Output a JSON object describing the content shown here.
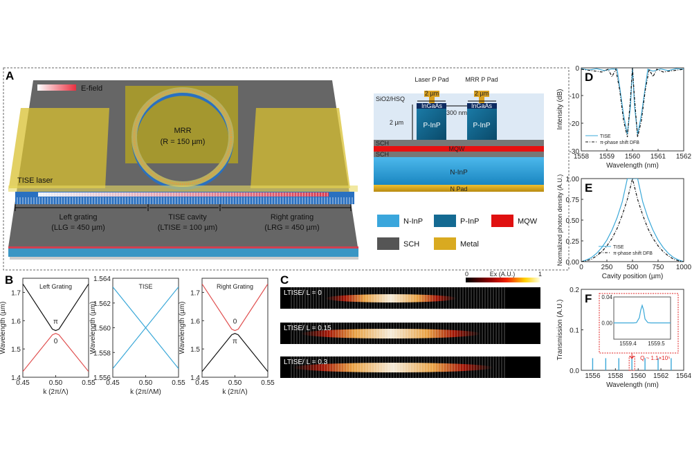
{
  "panel_labels": {
    "a": "A",
    "b": "B",
    "c": "C",
    "d": "D",
    "e": "E",
    "f": "F"
  },
  "panel_a": {
    "efield_label": "E-field",
    "mrr_label": "MRR",
    "mrr_radius": "(R = 150 µm)",
    "laser_label": "TISE laser",
    "left_grating": "Left grating",
    "left_grating_len": "(LLG = 450 µm)",
    "tise_cavity": "TISE cavity",
    "tise_cavity_len": "(LTISE = 100 µm)",
    "right_grating": "Right grating",
    "right_grating_len": "(LRG = 450 µm)",
    "cross_section": {
      "laser_pad": "Laser P Pad",
      "mrr_pad": "MRR P Pad",
      "pad_width_1": "2 µm",
      "pad_width_2": "2 µm",
      "cladding": "SiO2/HSQ",
      "ingaas_1": "InGaAs",
      "ingaas_2": "InGaAs",
      "gap": "300 nm",
      "height": "2 µm",
      "pinp_1": "P-InP",
      "pinp_2": "P-InP",
      "sch_top": "SCH",
      "mqw": "MQW",
      "sch_bottom": "SCH",
      "ninp": "N-InP",
      "npad": "N Pad"
    },
    "legend": [
      {
        "label": "N-InP",
        "color": "#3aa6dc"
      },
      {
        "label": "P-InP",
        "color": "#146a92"
      },
      {
        "label": "MQW",
        "color": "#e01010"
      },
      {
        "label": "SCH",
        "color": "#555555"
      },
      {
        "label": "Metal",
        "color": "#d9aa20"
      }
    ]
  },
  "panel_c": {
    "colorbar_min": "0",
    "colorbar_max": "1",
    "colorbar_label": "Ex (A.U.)",
    "rows": [
      "LTISE/ L = 0",
      "LTISE/ L = 0.15",
      "LTISE/ L = 0.3"
    ]
  },
  "chart_data": [
    {
      "id": "B-left",
      "type": "line",
      "title": "Left Grating",
      "xlabel": "k (2π/Λ)",
      "ylabel": "Wavelength (µm)",
      "xlim": [
        0.45,
        0.55
      ],
      "ylim": [
        1.4,
        1.75
      ],
      "xticks": [
        "0.45",
        "0.50",
        "0.55"
      ],
      "xtick_vals": [
        0.45,
        0.5,
        0.55
      ],
      "yticks": [
        "1.4",
        "1.5",
        "1.6",
        "1.7"
      ],
      "ytick_vals": [
        1.4,
        1.5,
        1.6,
        1.7
      ],
      "annotations": [
        "π",
        "0"
      ],
      "series": [
        {
          "name": "π",
          "color": "#111111",
          "x": [
            0.45,
            0.495,
            0.5,
            0.505,
            0.55
          ],
          "y": [
            1.73,
            1.57,
            1.565,
            1.57,
            1.73
          ]
        },
        {
          "name": "0",
          "color": "#e05050",
          "x": [
            0.45,
            0.495,
            0.5,
            0.505,
            0.55
          ],
          "y": [
            1.42,
            1.55,
            1.555,
            1.55,
            1.42
          ]
        }
      ]
    },
    {
      "id": "B-tise",
      "type": "line",
      "title": "TISE",
      "xlabel": "k (2π/ΛM)",
      "ylabel": "Wavelength (µm)",
      "xlim": [
        0.45,
        0.55
      ],
      "ylim": [
        1.556,
        1.564
      ],
      "xticks": [
        "0.45",
        "0.50",
        "0.55"
      ],
      "xtick_vals": [
        0.45,
        0.5,
        0.55
      ],
      "yticks": [
        "1.556",
        "1.558",
        "1.560",
        "1.562",
        "1.564"
      ],
      "ytick_vals": [
        1.556,
        1.558,
        1.56,
        1.562,
        1.564
      ],
      "series": [
        {
          "name": "down",
          "color": "#3aa8d8",
          "x": [
            0.45,
            0.55
          ],
          "y": [
            1.5633,
            1.5567
          ]
        },
        {
          "name": "up",
          "color": "#3aa8d8",
          "x": [
            0.45,
            0.55
          ],
          "y": [
            1.5567,
            1.5633
          ]
        }
      ]
    },
    {
      "id": "B-right",
      "type": "line",
      "title": "Right Grating",
      "xlabel": "k (2π/Λ)",
      "ylabel": "Wavelength (µm)",
      "xlim": [
        0.45,
        0.55
      ],
      "ylim": [
        1.4,
        1.75
      ],
      "xticks": [
        "0.45",
        "0.50",
        "0.55"
      ],
      "xtick_vals": [
        0.45,
        0.5,
        0.55
      ],
      "yticks": [
        "1.4",
        "1.5",
        "1.6",
        "1.7"
      ],
      "ytick_vals": [
        1.4,
        1.5,
        1.6,
        1.7
      ],
      "annotations": [
        "0",
        "π"
      ],
      "series": [
        {
          "name": "0",
          "color": "#e05050",
          "x": [
            0.45,
            0.495,
            0.5,
            0.505,
            0.55
          ],
          "y": [
            1.73,
            1.57,
            1.565,
            1.57,
            1.73
          ]
        },
        {
          "name": "π",
          "color": "#111111",
          "x": [
            0.45,
            0.495,
            0.5,
            0.505,
            0.55
          ],
          "y": [
            1.42,
            1.55,
            1.555,
            1.55,
            1.42
          ]
        }
      ]
    },
    {
      "id": "D",
      "type": "line",
      "xlabel": "Wavelength (nm)",
      "ylabel": "Intensity (dB)",
      "xlim": [
        1558,
        1562
      ],
      "ylim": [
        -30,
        0
      ],
      "xticks": [
        "1558",
        "1559",
        "1560",
        "1561",
        "1562"
      ],
      "xtick_vals": [
        1558,
        1559,
        1560,
        1561,
        1562
      ],
      "yticks": [
        "-30",
        "-20",
        "-10",
        "0"
      ],
      "ytick_vals": [
        -30,
        -20,
        -10,
        0
      ],
      "legend": [
        "TISE",
        "π-phase shift DFB"
      ],
      "legend_position": "bottom-left",
      "series": [
        {
          "name": "TISE",
          "color": "#3aa8d8",
          "dash": "",
          "x": [
            1558,
            1558.3,
            1558.6,
            1558.9,
            1559.2,
            1559.4,
            1559.5,
            1559.65,
            1559.8,
            1559.92,
            1559.98,
            1560,
            1560.02,
            1560.08,
            1560.2,
            1560.35,
            1560.5,
            1560.6,
            1560.8,
            1561.1,
            1561.4,
            1561.7,
            1562
          ],
          "y": [
            -0.3,
            -0.8,
            -0.3,
            -1,
            -0.4,
            -0.5,
            -7,
            -17,
            -24,
            -14,
            -3,
            0,
            -3,
            -14,
            -24,
            -17,
            -7,
            -0.5,
            -1.2,
            -0.4,
            -1,
            -0.3,
            -0.5
          ]
        },
        {
          "name": "π-phase shift DFB",
          "color": "#111111",
          "dash": "4,2,1,2",
          "x": [
            1558,
            1558.4,
            1558.8,
            1559.05,
            1559.2,
            1559.35,
            1559.5,
            1559.65,
            1559.8,
            1559.93,
            1560,
            1560.07,
            1560.2,
            1560.35,
            1560.5,
            1560.65,
            1560.8,
            1560.95,
            1561.2,
            1561.6,
            1562
          ],
          "y": [
            -0.5,
            -1,
            -1.5,
            -0.5,
            -3.2,
            -0.5,
            -8,
            -19,
            -25,
            -10,
            0,
            -10,
            -25,
            -19,
            -8,
            -0.5,
            -3.2,
            -0.5,
            -1.5,
            -1,
            -0.5
          ]
        }
      ]
    },
    {
      "id": "E",
      "type": "line",
      "xlabel": "Cavity position (µm)",
      "ylabel": "Normalized photon density (A.U.)",
      "xlim": [
        0,
        1000
      ],
      "ylim": [
        0,
        1
      ],
      "xticks": [
        "0",
        "250",
        "500",
        "750",
        "1000"
      ],
      "xtick_vals": [
        0,
        250,
        500,
        750,
        1000
      ],
      "yticks": [
        "0.00",
        "0.25",
        "0.50",
        "0.75",
        "1.00"
      ],
      "ytick_vals": [
        0,
        0.25,
        0.5,
        0.75,
        1
      ],
      "legend": [
        "TISE",
        "π-phase shift DFB"
      ],
      "legend_position": "bottom-center",
      "series": [
        {
          "name": "TISE",
          "color": "#3aa8d8",
          "dash": "",
          "x": [
            0,
            50,
            100,
            150,
            200,
            250,
            300,
            350,
            400,
            450,
            550,
            600,
            650,
            700,
            750,
            800,
            850,
            900,
            950,
            1000
          ],
          "y": [
            0,
            0.02,
            0.05,
            0.1,
            0.17,
            0.26,
            0.38,
            0.53,
            0.72,
            1,
            1,
            0.72,
            0.53,
            0.38,
            0.26,
            0.17,
            0.1,
            0.05,
            0.02,
            0
          ]
        },
        {
          "name": "π-phase shift DFB",
          "color": "#111111",
          "dash": "4,2,1,2",
          "x": [
            0,
            50,
            100,
            150,
            200,
            250,
            300,
            350,
            400,
            450,
            500,
            550,
            600,
            650,
            700,
            750,
            800,
            850,
            900,
            950,
            1000
          ],
          "y": [
            0,
            0.01,
            0.03,
            0.07,
            0.12,
            0.19,
            0.28,
            0.4,
            0.56,
            0.75,
            1,
            0.75,
            0.56,
            0.4,
            0.28,
            0.19,
            0.12,
            0.07,
            0.03,
            0.01,
            0
          ]
        }
      ]
    },
    {
      "id": "F",
      "type": "line",
      "xlabel": "Wavelength (nm)",
      "ylabel": "Transmission (A.U.)",
      "xlim": [
        1555,
        1564
      ],
      "ylim": [
        0,
        0.2
      ],
      "xticks": [
        "1556",
        "1558",
        "1560",
        "1562",
        "1564"
      ],
      "xtick_vals": [
        1556,
        1558,
        1560,
        1562,
        1564
      ],
      "yticks": [
        "0.0",
        "0.1",
        "0.2"
      ],
      "ytick_vals": [
        0,
        0.1,
        0.2
      ],
      "peaks_x": [
        1556.0,
        1557.15,
        1558.3,
        1559.45,
        1560.6,
        1561.75,
        1562.9
      ],
      "peak_height": 0.03,
      "annotation": "Q ~ 1.1×10⁵",
      "inset": {
        "xlim": [
          1559.35,
          1559.55
        ],
        "ylim": [
          -0.025,
          0.04
        ],
        "xticks": [
          "1559.4",
          "1559.5"
        ],
        "xtick_vals": [
          1559.4,
          1559.5
        ],
        "yticks": [
          "0.00",
          "0.04"
        ],
        "ytick_vals": [
          0,
          0.04
        ],
        "x": [
          1559.35,
          1559.42,
          1559.43,
          1559.44,
          1559.445,
          1559.45,
          1559.455,
          1559.46,
          1559.47,
          1559.48,
          1559.55
        ],
        "y": [
          0,
          0,
          0.0005,
          0.008,
          0.02,
          0.027,
          0.02,
          0.006,
          0.0005,
          0,
          0
        ]
      }
    }
  ]
}
